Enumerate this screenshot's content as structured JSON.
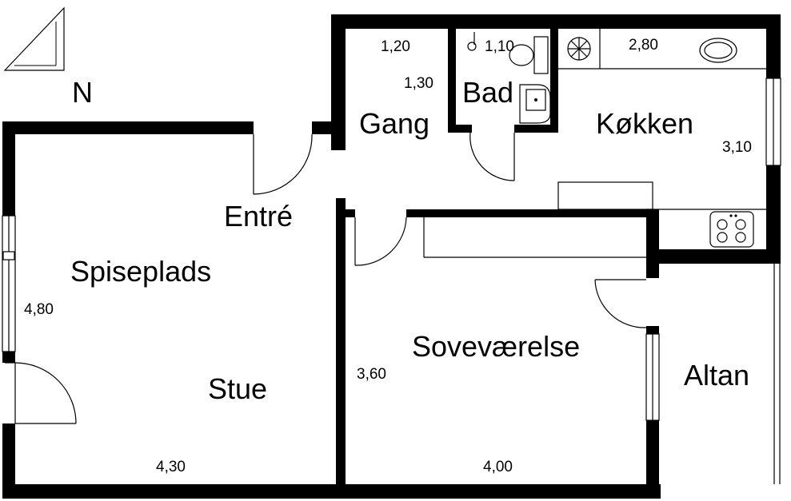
{
  "compass": {
    "label": "N"
  },
  "rooms": {
    "gang": "Gang",
    "bad": "Bad",
    "kokken": "Køkken",
    "entre": "Entré",
    "spiseplads": "Spiseplads",
    "stue": "Stue",
    "sovevaerelse": "Soveværelse",
    "altan": "Altan"
  },
  "dimensions": {
    "gang_width": "1,20",
    "gang_length": "1,30",
    "bad_width": "1,10",
    "kokken_width": "2,80",
    "kokken_depth": "3,10",
    "stue_depth": "4,80",
    "stue_width": "4,30",
    "sove_depth": "3,60",
    "sove_width": "4,00"
  }
}
